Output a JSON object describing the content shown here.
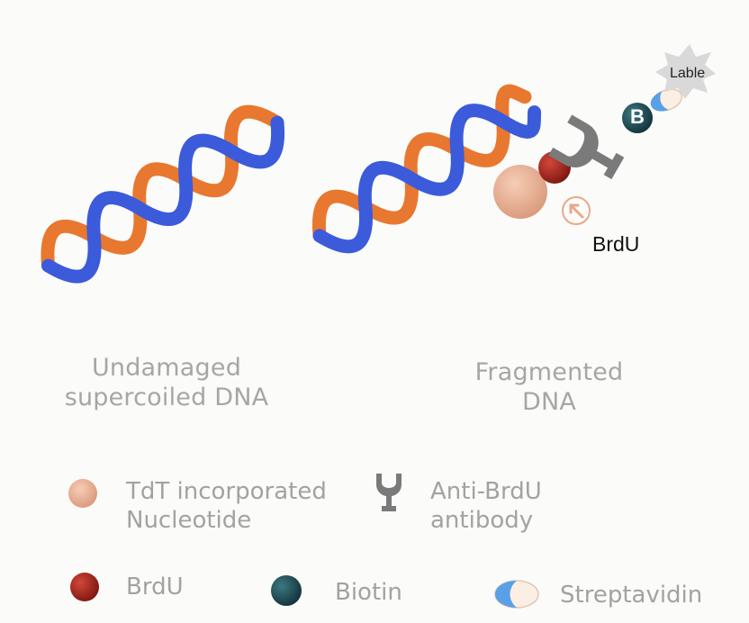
{
  "diagram": {
    "colors": {
      "strand_blue": "#3b5bdb",
      "strand_orange": "#e8782f",
      "nucleotide": "#e8a98a",
      "brdu": "#a5281c",
      "biotin": "#1f4f57",
      "antibody": "#7a7a7a",
      "streptavidin_blue": "#5aa0e6",
      "label_star": "#d9d9d9"
    },
    "left_caption": [
      "Undamaged",
      "supercoiled DNA"
    ],
    "right_caption": [
      "Fragmented",
      "DNA"
    ],
    "brdu_label": "BrdU",
    "biotin_letter": "B",
    "label_text": "Lable"
  },
  "legend": {
    "nucleotide": [
      "TdT incorporated",
      "Nucleotide"
    ],
    "antibody": [
      "Anti-BrdU",
      "antibody"
    ],
    "brdu": "BrdU",
    "biotin": "Biotin",
    "streptavidin": "Streptavidin"
  }
}
